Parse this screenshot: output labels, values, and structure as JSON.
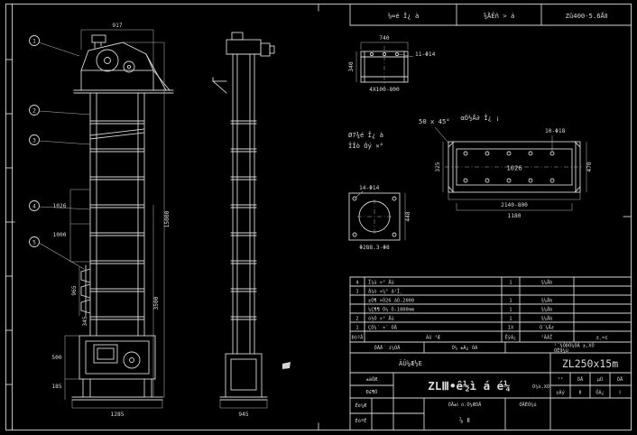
{
  "theme": {
    "background": "#000000",
    "line_color": "#d6d6d6",
    "dim_color": "#b3b3b3"
  },
  "top_strip": {
    "cells": [
      "⅛∞é Î¿ à",
      "¾ÅÊñ > á",
      "Zû400-5.6ÅⅡ"
    ]
  },
  "front_view": {
    "balloons": [
      "1",
      "2",
      "3",
      "4",
      "5"
    ],
    "dim_width": "917",
    "dim_total_height": "15000",
    "dim_lower": "3500",
    "dim_1026": "1026",
    "dim_1000": "1000",
    "dim_965": "965",
    "dim_345": "345",
    "dim_500": "500",
    "dim_185": "185",
    "dim_base": "1285"
  },
  "side_view": {
    "dim_base": "945"
  },
  "detail_channel": {
    "dim_width": "740",
    "holes": "11-Φ14",
    "dim_left": "340",
    "dim_bottom": "4X100-800"
  },
  "weld_note": {
    "line1": "Ø7¾é Î¿ à",
    "line2": "ÎÎò Óý ×°"
  },
  "chamfer_note": "50 x 45°",
  "beam_detail": {
    "label": "αÓ½Å∂ Î¿ ¡",
    "holes": "10-Φ18",
    "dim_center": "1026",
    "dim_bottom1": "2140-800",
    "dim_bottom2": "1180",
    "dim_right": "470",
    "dim_left": "325"
  },
  "flange_detail": {
    "holes": "14-Φ14",
    "dim_right": "448",
    "dim_bottom": "Φ288.3-Φ8"
  },
  "parts_list": {
    "header": {
      "no": "ÐòºÅ",
      "name": "Ãû ³Æ",
      "qty": "ÊýÁ¿",
      "material": "²ÄÁÏ",
      "notes": "±¸×¢"
    },
    "rows": [
      {
        "no": "4",
        "name": "Ï¼ü ×° Åü",
        "qty": "1",
        "material": "¾¼Åb",
        "notes": ""
      },
      {
        "no": "3",
        "name": "å¼ò ×¼° á¹Î¸",
        "qty": "",
        "material": "",
        "notes": ""
      },
      {
        "no": "",
        "name": "±Ó¶ ×Ó26 áÓ-2000",
        "qty": "1",
        "material": "¾¼Åb",
        "notes": ""
      },
      {
        "no": "",
        "name": "¼Ç¶¶ Ó¼ Ó-1000mm",
        "qty": "1",
        "material": "¾¼Åb",
        "notes": ""
      },
      {
        "no": "2",
        "name": "ó½Ó ×° Åü",
        "qty": "1",
        "material": "¾¼Åb",
        "notes": ""
      },
      {
        "no": "1",
        "name": "ÇÓ¼´ ×´ ÓÅ",
        "qty": "1X",
        "material": "Ó´¼Å∂",
        "notes": ""
      }
    ]
  },
  "title_block": {
    "row_a": [
      "ÓÅÅ´ í¼ÓÅ",
      "Ó¼ ±Á¿ ÓÁ",
      "¹´¾ÓÐÓ¼ÓÃ ±,XÓ"
    ],
    "row_a2": "ÓÊ9¼ü",
    "dept_label": "ÄÛ¼Æ½E",
    "model": "ZL250x15m",
    "title": "ZLⅢ•ê½ì á é¼",
    "title_suffix": "Ó¼ò,XÓ",
    "grid": [
      "¹²",
      "ÕÅ",
      "µÚ",
      "ÕÅ",
      "±Àý",
      "Ⅱ",
      "ÖÁ¿",
      "Ⅰ"
    ],
    "left_labels": [
      "±àÖÆ",
      "Ð£¶Ô",
      "Éè¼Æ",
      "ÉóºË"
    ],
    "bottom_note": "ÓÅ±Ⅰ ò.Ó¼ÆÓÅ",
    "sheet_label": "⅞ Ⅱ",
    "right_note": "ÓÄÊÓ¼ü"
  }
}
